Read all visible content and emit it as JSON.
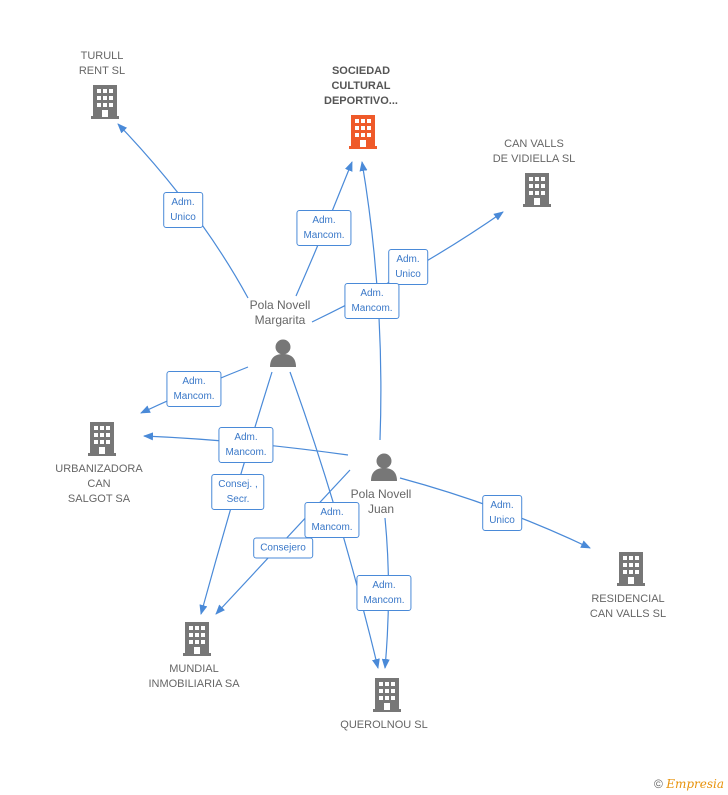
{
  "colors": {
    "company": "#777777",
    "main_company": "#ef5a2a",
    "person": "#777777",
    "edge": "#4a8ad8"
  },
  "nodes": {
    "turull": {
      "line1": "TURULL",
      "line2": "RENT SL",
      "line3": ""
    },
    "sociedad": {
      "line1": "SOCIEDAD",
      "line2": "CULTURAL",
      "line3": "DEPORTIVO..."
    },
    "canvalls": {
      "line1": "CAN VALLS",
      "line2": "DE VIDIELLA SL",
      "line3": ""
    },
    "margarita": {
      "line1": "Pola Novell",
      "line2": "Margarita"
    },
    "juan": {
      "line1": "Pola Novell",
      "line2": "Juan"
    },
    "urbanizadora": {
      "line1": "URBANIZADORA",
      "line2": "CAN",
      "line3": "SALGOT SA"
    },
    "residencial": {
      "line1": "RESIDENCIAL",
      "line2": "CAN VALLS SL"
    },
    "mundial": {
      "line1": "MUNDIAL",
      "line2": "INMOBILIARIA SA"
    },
    "querolnou": {
      "line1": "QUEROLNOU SL"
    }
  },
  "edges": {
    "e1": {
      "line1": "Adm.",
      "line2": "Unico"
    },
    "e2": {
      "line1": "Adm.",
      "line2": "Mancom."
    },
    "e3": {
      "line1": "Adm.",
      "line2": "Unico"
    },
    "e4": {
      "line1": "Adm.",
      "line2": "Mancom."
    },
    "e5": {
      "line1": "Adm.",
      "line2": "Mancom."
    },
    "e6": {
      "line1": "Adm.",
      "line2": "Mancom."
    },
    "e7": {
      "line1": "Consej. ,",
      "line2": "Secr."
    },
    "e8": {
      "line1": "Adm.",
      "line2": "Mancom."
    },
    "e9": {
      "line1": "Consejero"
    },
    "e10": {
      "line1": "Adm.",
      "line2": "Unico"
    },
    "e11": {
      "line1": "Adm.",
      "line2": "Mancom."
    }
  },
  "footer": {
    "copyright": "©",
    "brand": "Empresia"
  }
}
